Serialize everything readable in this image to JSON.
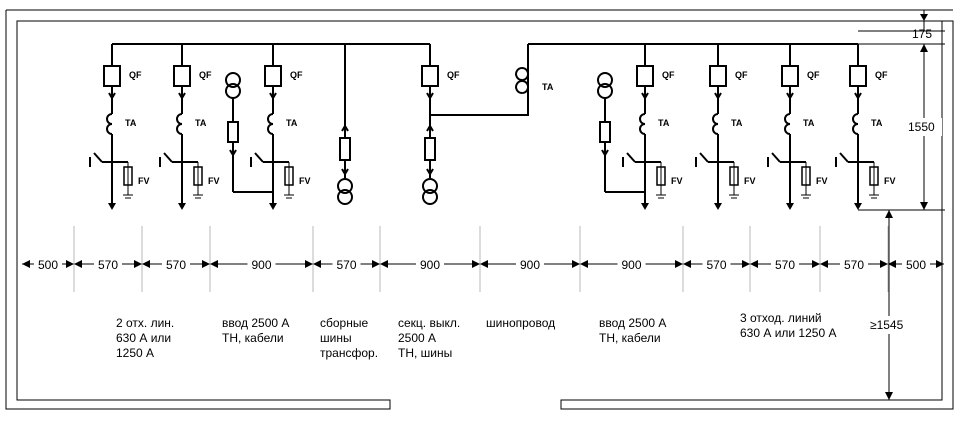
{
  "dims": {
    "top_gap": "175",
    "height": "1550",
    "min_clear": "≥1545",
    "widths": [
      "500",
      "570",
      "570",
      "900",
      "570",
      "900",
      "900",
      "900",
      "570",
      "570",
      "570",
      "500"
    ]
  },
  "symbols": {
    "breaker": "QF",
    "ct": "TA",
    "arrester": "FV"
  },
  "captions": {
    "c1": [
      "2 отх. лин.",
      "630 А или",
      "1250 А"
    ],
    "c2": [
      "ввод 2500 А",
      "ТН, кабели"
    ],
    "c3": [
      "сборные",
      "шины",
      "трансфор."
    ],
    "c4": [
      "секц. выкл.",
      "2500 А",
      "ТН, шины"
    ],
    "c5": [
      "шинопровод"
    ],
    "c6": [
      "ввод 2500 А",
      "ТН, кабели"
    ],
    "c7": [
      "3 отход. линий",
      "630 А или 1250 А"
    ]
  }
}
